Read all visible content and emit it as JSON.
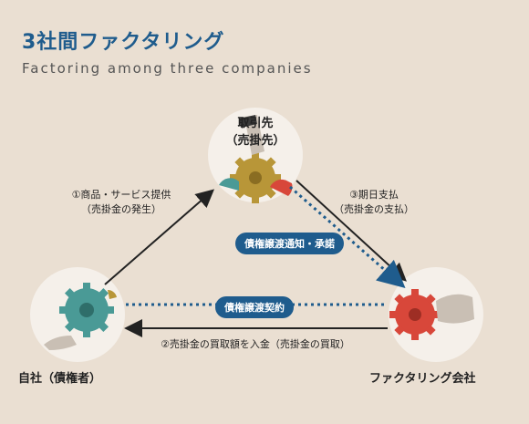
{
  "header": {
    "title": "3社間ファクタリング",
    "subtitle": "Factoring among three companies"
  },
  "nodes": {
    "client": {
      "line1": "取引先",
      "line2": "（売掛先）"
    },
    "self": {
      "label": "自社（債権者）"
    },
    "factoring": {
      "label": "ファクタリング会社"
    }
  },
  "flows": {
    "step1": {
      "line1": "①商品・サービス提供",
      "line2": "（売掛金の発生）"
    },
    "step2": {
      "line1": "②売掛金の買取額を入金（売掛金の買取）"
    },
    "step3": {
      "line1": "③期日支払",
      "line2": "（売掛金の支払）"
    }
  },
  "badges": {
    "notice": "債権譲渡通知・承諾",
    "contract": "債権譲渡契約"
  },
  "colors": {
    "title": "#1f5c8d",
    "badge": "#1f5c8d",
    "gear_gold": "#b89638",
    "gear_red": "#d8473a",
    "gear_teal": "#4a9a96",
    "background": "#eadfd2"
  }
}
